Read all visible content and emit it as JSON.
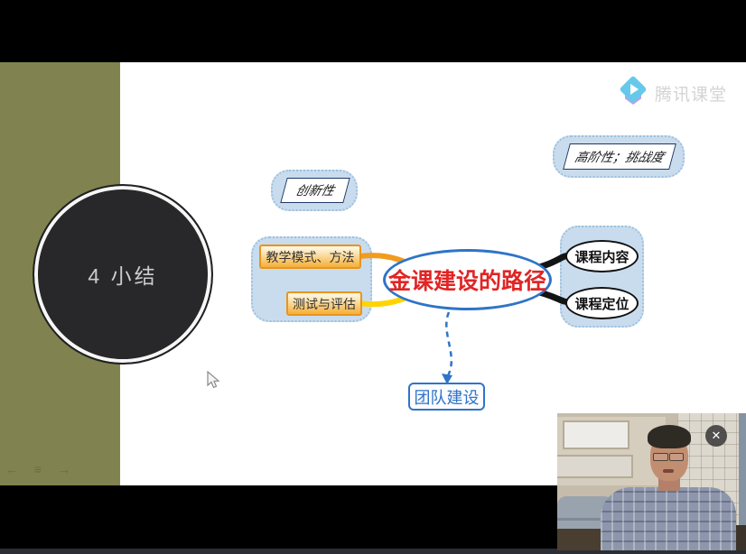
{
  "colors": {
    "accent_blue": "#2e74c8",
    "title_red": "#e02525",
    "branch_orange": "#f29b1d",
    "branch_yellow": "#ffd400",
    "branch_black": "#141414",
    "cloud_blue": "#c9dcee",
    "olive_panel": "#80834f",
    "circle_dark": "#28282b"
  },
  "watermark": {
    "brand": "腾讯课堂"
  },
  "slide": {
    "section_label": "4 小结",
    "nav": {
      "prev": "←",
      "menu": "≡",
      "next": "→"
    }
  },
  "mindmap": {
    "center": "金课建设的路径",
    "tag_innovation": "创新性",
    "tag_challenge": "高阶性；挑战度",
    "left_items": [
      "教学模式、方法",
      "测试与评估"
    ],
    "right_items": [
      "课程内容",
      "课程定位"
    ],
    "bottom_item": "团队建设"
  },
  "webcam": {
    "close": "✕"
  }
}
